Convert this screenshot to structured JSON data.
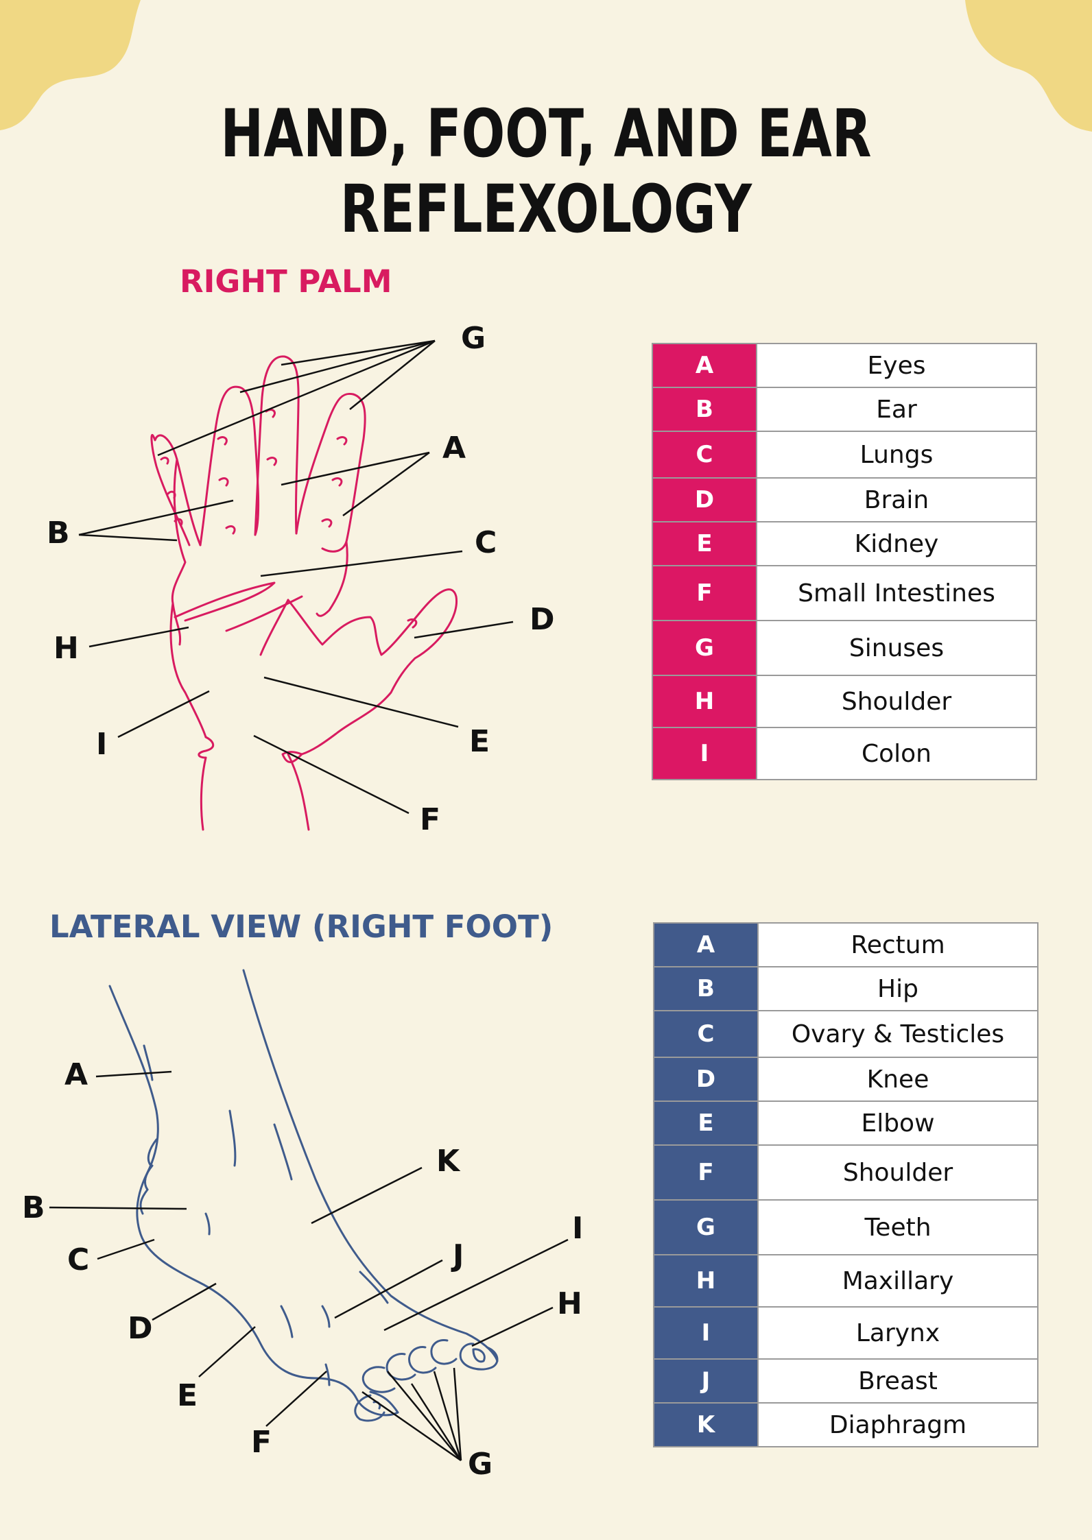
{
  "title": "HAND, FOOT, AND EAR REFLEXOLOGY",
  "colors": {
    "background": "#f8f3e2",
    "corner_blob": "#f0d884",
    "palm_accent": "#dc1764",
    "foot_accent": "#415a8b"
  },
  "palm": {
    "title": "RIGHT PALM",
    "labels": [
      "A",
      "B",
      "C",
      "D",
      "E",
      "F",
      "G",
      "H",
      "I"
    ],
    "legend": [
      {
        "key": "A",
        "value": "Eyes"
      },
      {
        "key": "B",
        "value": "Ear"
      },
      {
        "key": "C",
        "value": "Lungs"
      },
      {
        "key": "D",
        "value": "Brain"
      },
      {
        "key": "E",
        "value": "Kidney"
      },
      {
        "key": "F",
        "value": "Small Intestines"
      },
      {
        "key": "G",
        "value": "Sinuses"
      },
      {
        "key": "H",
        "value": "Shoulder"
      },
      {
        "key": "I",
        "value": "Colon"
      }
    ]
  },
  "foot": {
    "title": "LATERAL VIEW (RIGHT FOOT)",
    "labels": [
      "A",
      "B",
      "C",
      "D",
      "E",
      "F",
      "G",
      "H",
      "I",
      "J",
      "K"
    ],
    "legend": [
      {
        "key": "A",
        "value": "Rectum"
      },
      {
        "key": "B",
        "value": "Hip"
      },
      {
        "key": "C",
        "value": "Ovary & Testicles"
      },
      {
        "key": "D",
        "value": "Knee"
      },
      {
        "key": "E",
        "value": "Elbow"
      },
      {
        "key": "F",
        "value": "Shoulder"
      },
      {
        "key": "G",
        "value": "Teeth"
      },
      {
        "key": "H",
        "value": "Maxillary"
      },
      {
        "key": "I",
        "value": "Larynx"
      },
      {
        "key": "J",
        "value": "Breast"
      },
      {
        "key": "K",
        "value": "Diaphragm"
      }
    ]
  }
}
